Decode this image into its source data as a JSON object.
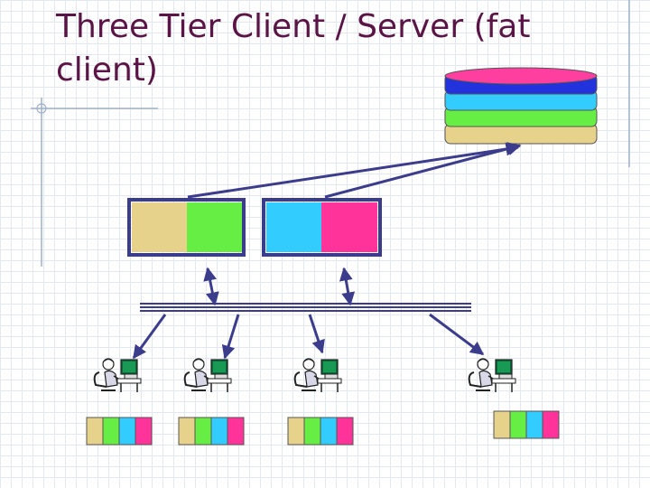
{
  "slide": {
    "title": "Three Tier Client / Server (fat client)"
  },
  "colors": {
    "title": "#5a1446",
    "accent_line": "#9fb0cc",
    "arrow": "#3c3c8c",
    "server_border": "#3c3c8c",
    "tan": "#e6d28a",
    "green": "#66ee44",
    "cyan": "#33ccff",
    "pink": "#ff3399",
    "blue": "#2233dd",
    "magenta": "#ff3fa0"
  },
  "database": {
    "layers": [
      "magenta",
      "blue",
      "cyan",
      "green",
      "tan"
    ]
  },
  "servers": [
    {
      "segments": [
        "tan",
        "green"
      ]
    },
    {
      "segments": [
        "cyan",
        "pink"
      ]
    }
  ],
  "clients": [
    {
      "icon": "user-at-computer-icon",
      "cache": [
        "tan",
        "green",
        "cyan",
        "pink"
      ]
    },
    {
      "icon": "user-at-computer-icon",
      "cache": [
        "tan",
        "green",
        "cyan",
        "pink"
      ]
    },
    {
      "icon": "user-at-computer-icon",
      "cache": [
        "tan",
        "green",
        "cyan",
        "pink"
      ]
    },
    {
      "icon": "user-at-computer-icon",
      "cache": [
        "tan",
        "green",
        "cyan",
        "pink"
      ]
    }
  ],
  "network": {
    "type": "bus"
  }
}
